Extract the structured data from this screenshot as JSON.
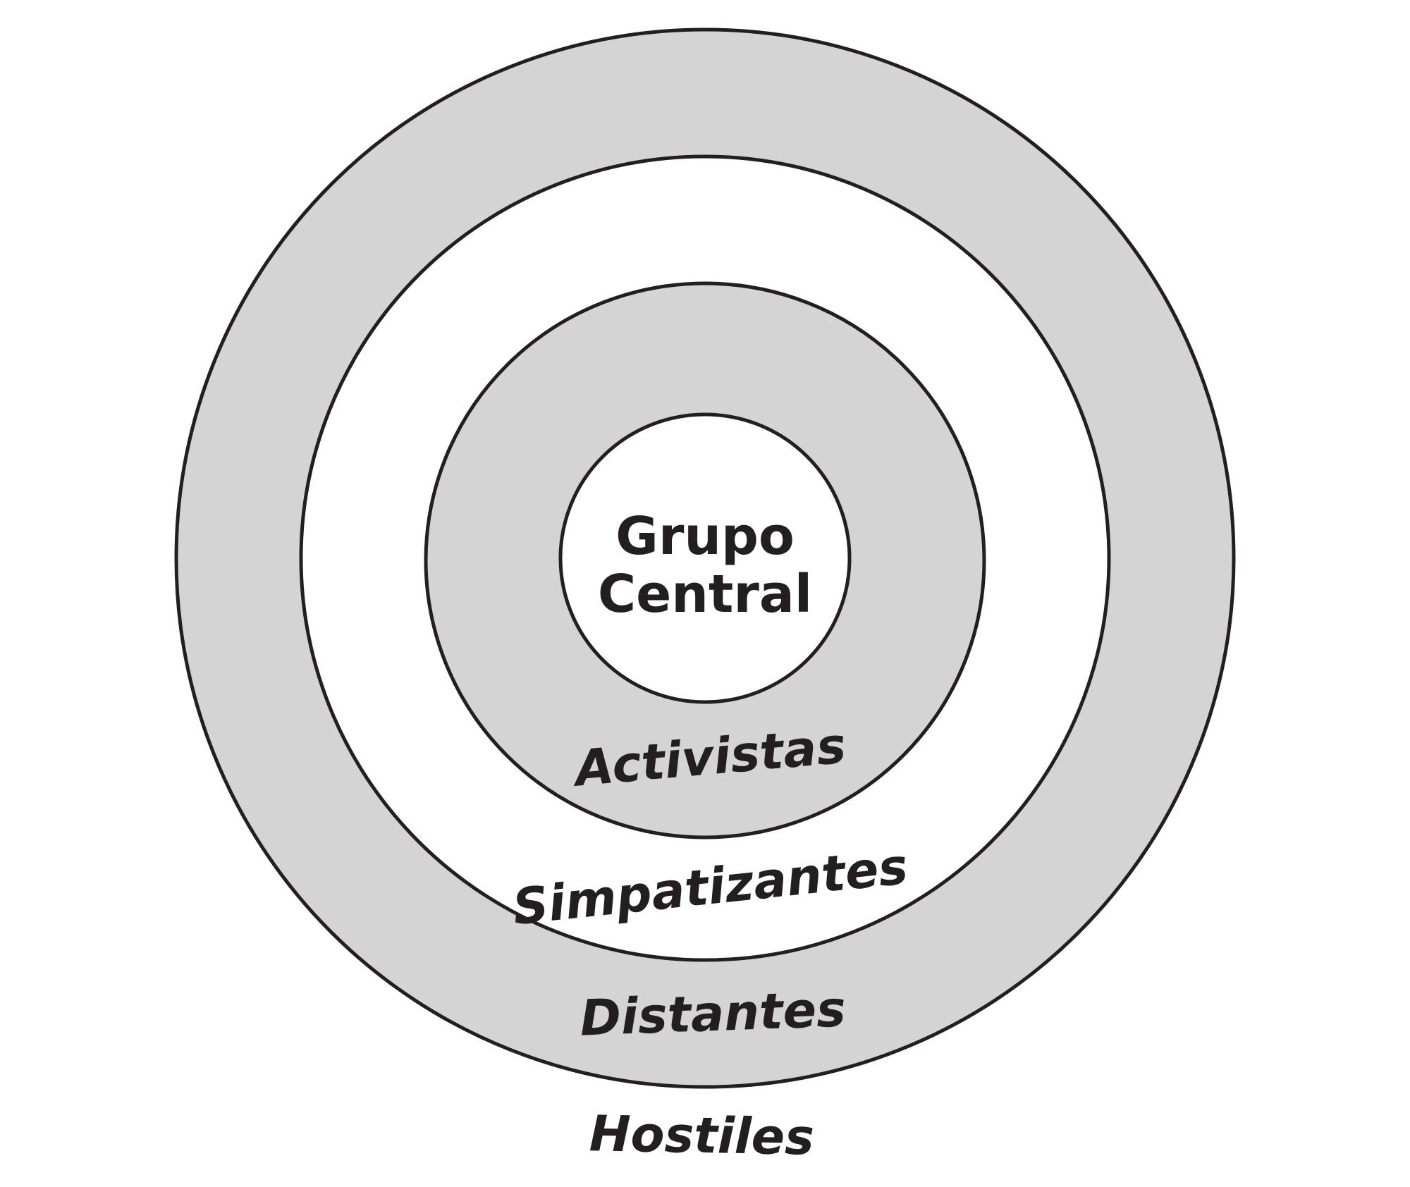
{
  "diagram": {
    "title": "Concentric circles of group commitment",
    "colors": {
      "shaded": "#d4d4d4",
      "white": "#ffffff",
      "stroke": "#231f20",
      "text": "#231f20"
    },
    "center": {
      "line1": "Grupo",
      "line2": "Central"
    },
    "rings": [
      {
        "label": "Activistas",
        "fill": "shaded"
      },
      {
        "label": "Simpatizantes",
        "fill": "white"
      },
      {
        "label": "Distantes",
        "fill": "shaded"
      }
    ],
    "outside_label": "Hostiles"
  }
}
